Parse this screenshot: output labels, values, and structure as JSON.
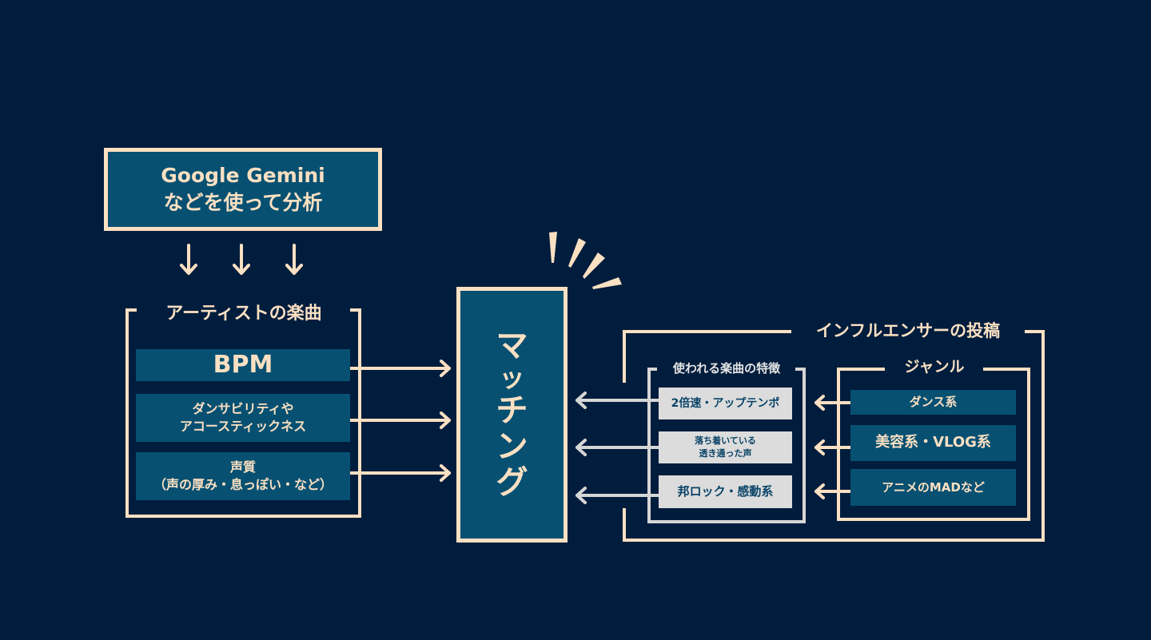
{
  "colors": {
    "background": "#011d3d",
    "accent_cream": "#fbe0c2",
    "box_blue": "#075072",
    "box_gray": "#dcdcdc",
    "gray_line": "#d6d6d6",
    "gray_box_text": "#0b4468"
  },
  "analysis": {
    "line1": "Google Gemini",
    "line2": "などを使って分析"
  },
  "artist": {
    "title": "アーティストの楽曲",
    "items": [
      {
        "lines": [
          "BPM"
        ]
      },
      {
        "lines": [
          "ダンサビリティや",
          "アコースティックネス"
        ]
      },
      {
        "lines": [
          "声質",
          "（声の厚み・息っぽい・など）"
        ]
      }
    ]
  },
  "matching": {
    "label": "マッチング",
    "chars": [
      "マ",
      "ッ",
      "チ",
      "ン",
      "グ"
    ]
  },
  "influencer": {
    "title": "インフルエンサーの投稿",
    "features": {
      "title": "使われる楽曲の特徴",
      "items": [
        {
          "lines": [
            "2倍速・アップテンポ"
          ]
        },
        {
          "lines": [
            "落ち着いている",
            "透き通った声"
          ]
        },
        {
          "lines": [
            "邦ロック・感動系"
          ]
        }
      ]
    },
    "genre": {
      "title": "ジャンル",
      "items": [
        {
          "lines": [
            "ダンス系"
          ]
        },
        {
          "lines": [
            "美容系・VLOG系"
          ]
        },
        {
          "lines": [
            "アニメのMADなど"
          ]
        }
      ]
    }
  }
}
